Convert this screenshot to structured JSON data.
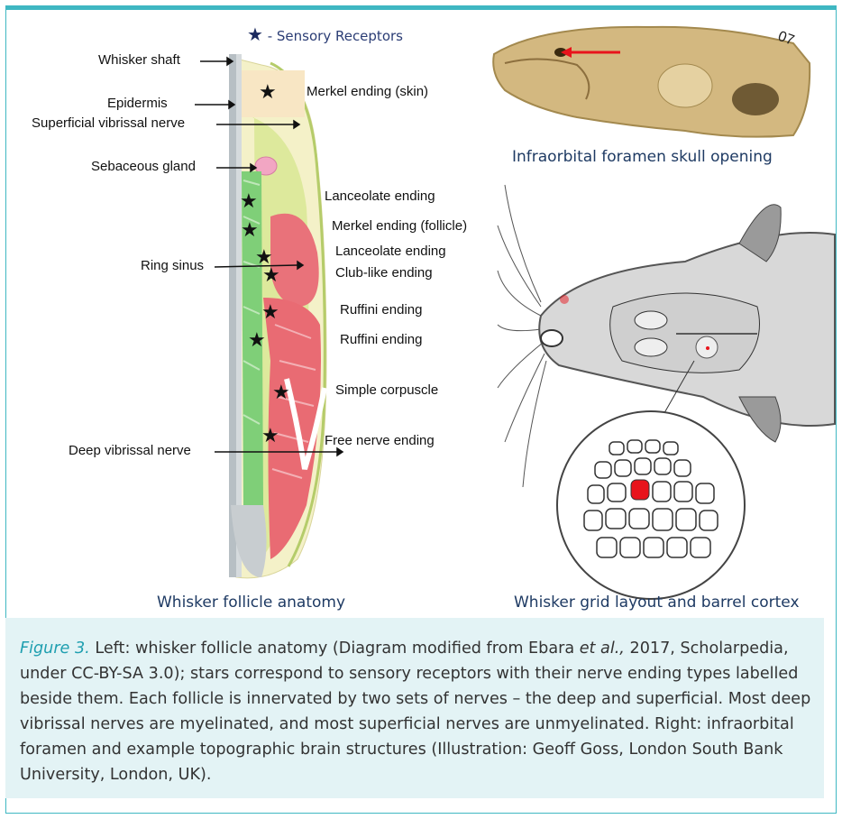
{
  "legend": {
    "star": "★",
    "text": "- Sensory Receptors"
  },
  "follicle": {
    "left_labels": {
      "whisker_shaft": "Whisker shaft",
      "epidermis": "Epidermis",
      "superficial_nerve": "Superficial vibrissal nerve",
      "sebaceous_gland": "Sebaceous gland",
      "ring_sinus": "Ring sinus",
      "deep_nerve": "Deep vibrissal nerve"
    },
    "right_labels": {
      "merkel_skin": "Merkel ending (skin)",
      "lanceolate_1": "Lanceolate ending",
      "merkel_follicle": "Merkel ending (follicle)",
      "lanceolate_2": "Lanceolate ending",
      "club_like": "Club-like ending",
      "ruffini_1": "Ruffini ending",
      "ruffini_2": "Ruffini ending",
      "simple_corpuscle": "Simple corpuscle",
      "free_nerve": "Free nerve ending"
    },
    "caption": "Whisker follicle anatomy"
  },
  "skull": {
    "caption": "Infraorbital foramen skull opening",
    "marking": "07"
  },
  "rat": {
    "caption": "Whisker grid layout and barrel cortex"
  },
  "figure_caption": {
    "fig_label": "Figure 3.",
    "part1": " Left: whisker follicle anatomy (Diagram modified from Ebara ",
    "etal": "et al.,",
    "part2": " 2017, Scholarpedia, under CC-BY-SA 3.0); stars correspond to sensory receptors with their nerve ending types labelled beside them. Each follicle is innervated by two sets of nerves – the deep and superficial. Most deep vibrissal nerves are myelinated, and most superficial nerves are unmyelinated. Right: infraorbital foramen and example topographic brain structures (Illustration: Geoff Goss, London South Bank University, London, UK)."
  },
  "colors": {
    "frame": "#3fb7c2",
    "caption_bg": "#e3f3f5",
    "fig_label": "#1f9fb0",
    "caption_title": "#1e3a63",
    "highlight_barrel": "#e8141c"
  }
}
